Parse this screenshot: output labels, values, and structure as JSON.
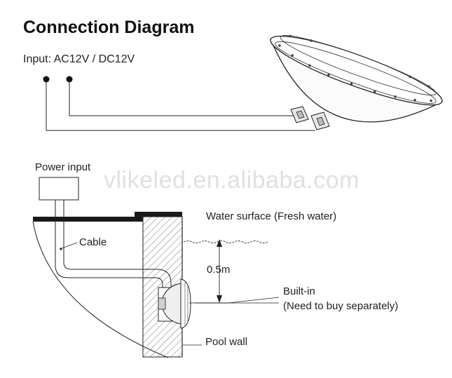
{
  "title": "Connection Diagram",
  "input_label": "Input: AC12V / DC12V",
  "labels": {
    "power_input": "Power input",
    "cable": "Cable",
    "water_surface": "Water surface (Fresh water)",
    "depth": "0.5m",
    "built_in": "Built-in",
    "need_to_buy": "(Need to buy separately)",
    "pool_wall": "Pool wall"
  },
  "watermark": "vlikeled.en.alibaba.com"
}
